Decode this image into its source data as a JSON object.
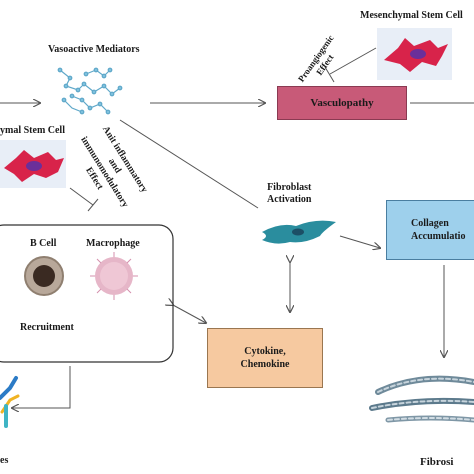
{
  "labels": {
    "vasoactive": "Vasoactive Mediators",
    "msc_top": "Mesenchymal Stem Cell",
    "proangiogenic_1": "Proangiogenic",
    "proangiogenic_2": "Effect",
    "msc_left": "ymal Stem Cell",
    "anti_1": "Anit inflammatory",
    "anti_2": "and",
    "anti_3": "immunomodulatory",
    "anti_4": "Effect",
    "fibroblast_1": "Fibroblast",
    "fibroblast_2": "Activation",
    "bcell": "B Cell",
    "macrophage": "Macrophage",
    "recruitment": "Recruitment",
    "fibrosis": "Fibrosi",
    "bottom_left": "es"
  },
  "boxes": {
    "vasculopathy": "Vasculopathy",
    "collagen_1": "Collagen",
    "collagen_2": "Accumulatio",
    "cytokine_1": "Cytokine,",
    "cytokine_2": "Chemokine"
  },
  "colors": {
    "vasculopathy_fill": "#c85a78",
    "collagen_fill": "#9ed0ec",
    "cytokine_fill": "#f6c9a0",
    "msc_cell": "#d8234a",
    "msc_nucleus": "#6a2f9a",
    "fibroblast": "#2a8d9e",
    "line": "#555555"
  },
  "icons": [
    "vasoactive-mediator-molecules-icon",
    "msc-cell-icon",
    "fibroblast-cell-icon",
    "b-cell-icon",
    "macrophage-icon",
    "collagen-fibers-icon",
    "antibody-icon"
  ]
}
